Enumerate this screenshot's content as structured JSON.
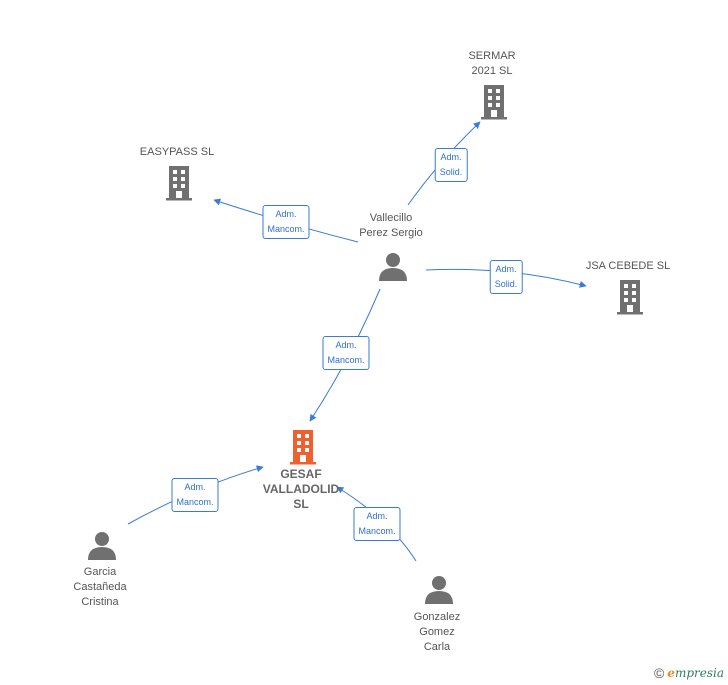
{
  "nodes": {
    "sermar": {
      "label": "SERMAR\n2021  SL",
      "kind": "company",
      "color": "#707070"
    },
    "easypass": {
      "label": "EASYPASS  SL",
      "kind": "company",
      "color": "#707070"
    },
    "jsa": {
      "label": "JSA CEBEDE  SL",
      "kind": "company",
      "color": "#707070"
    },
    "gesaf": {
      "label": "GESAF\nVALLADOLID\nSL",
      "kind": "company",
      "color": "#f0602e"
    },
    "vallecillo": {
      "label": "Vallecillo\nPerez Sergio",
      "kind": "person",
      "color": "#707070"
    },
    "garcia": {
      "label": "Garcia\nCastañeda\nCristina",
      "kind": "person",
      "color": "#707070"
    },
    "gonzalez": {
      "label": "Gonzalez\nGomez\nCarla",
      "kind": "person",
      "color": "#707070"
    }
  },
  "edges": [
    {
      "id": "e1",
      "label": "Adm.\nSolid."
    },
    {
      "id": "e2",
      "label": "Adm.\nMancom."
    },
    {
      "id": "e3",
      "label": "Adm.\nSolid."
    },
    {
      "id": "e4",
      "label": "Adm.\nMancom."
    },
    {
      "id": "e5",
      "label": "Adm.\nMancom."
    },
    {
      "id": "e6",
      "label": "Adm.\nMancom."
    }
  ],
  "colors": {
    "edge": "#3a7bd5"
  },
  "brand": {
    "copyright": "©",
    "initial": "e",
    "name": "mpresia"
  }
}
